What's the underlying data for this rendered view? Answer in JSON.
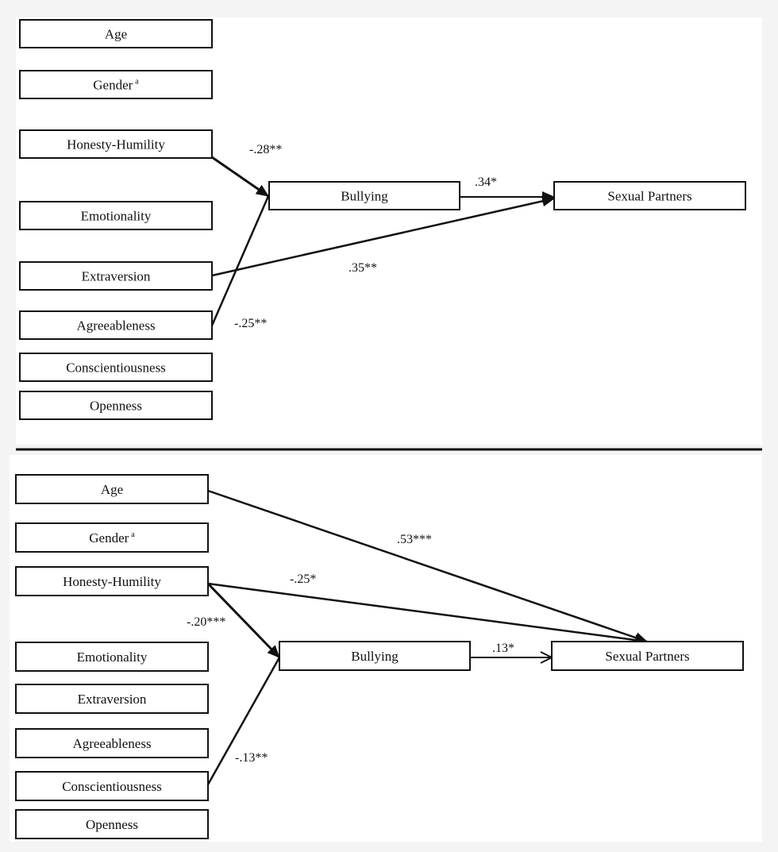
{
  "panels": [
    {
      "variables": [
        {
          "id": "age",
          "label": "Age",
          "sup": ""
        },
        {
          "id": "gender",
          "label": "Gender",
          "sup": "a"
        },
        {
          "id": "honesty",
          "label": "Honesty-Humility",
          "sup": ""
        },
        {
          "id": "emotionality",
          "label": "Emotionality",
          "sup": ""
        },
        {
          "id": "extraversion",
          "label": "Extraversion",
          "sup": ""
        },
        {
          "id": "agreeableness",
          "label": "Agreeableness",
          "sup": ""
        },
        {
          "id": "conscientiousness",
          "label": "Conscientiousness",
          "sup": ""
        },
        {
          "id": "openness",
          "label": "Openness",
          "sup": ""
        }
      ],
      "mediator": {
        "id": "bullying",
        "label": "Bullying"
      },
      "outcome": {
        "id": "sexual_partners",
        "label": "Sexual Partners"
      },
      "paths": [
        {
          "from": "honesty",
          "to": "bullying",
          "coef": "-.28**"
        },
        {
          "from": "agreeableness",
          "to": "bullying",
          "coef": "-.25**"
        },
        {
          "from": "bullying",
          "to": "sexual_partners",
          "coef": ".34*"
        },
        {
          "from": "extraversion",
          "to": "sexual_partners",
          "coef": ".35**"
        }
      ]
    },
    {
      "variables": [
        {
          "id": "age",
          "label": "Age",
          "sup": ""
        },
        {
          "id": "gender",
          "label": "Gender",
          "sup": "a"
        },
        {
          "id": "honesty",
          "label": "Honesty-Humility",
          "sup": ""
        },
        {
          "id": "emotionality",
          "label": "Emotionality",
          "sup": ""
        },
        {
          "id": "extraversion",
          "label": "Extraversion",
          "sup": ""
        },
        {
          "id": "agreeableness",
          "label": "Agreeableness",
          "sup": ""
        },
        {
          "id": "conscientiousness",
          "label": "Conscientiousness",
          "sup": ""
        },
        {
          "id": "openness",
          "label": "Openness",
          "sup": ""
        }
      ],
      "mediator": {
        "id": "bullying",
        "label": "Bullying"
      },
      "outcome": {
        "id": "sexual_partners",
        "label": "Sexual Partners"
      },
      "paths": [
        {
          "from": "age",
          "to": "sexual_partners",
          "coef": ".53***"
        },
        {
          "from": "honesty",
          "to": "sexual_partners",
          "coef": "-.25*"
        },
        {
          "from": "honesty",
          "to": "bullying",
          "coef": "-.20***"
        },
        {
          "from": "conscientiousness",
          "to": "bullying",
          "coef": "-.13**"
        },
        {
          "from": "bullying",
          "to": "sexual_partners",
          "coef": ".13*"
        }
      ]
    }
  ]
}
